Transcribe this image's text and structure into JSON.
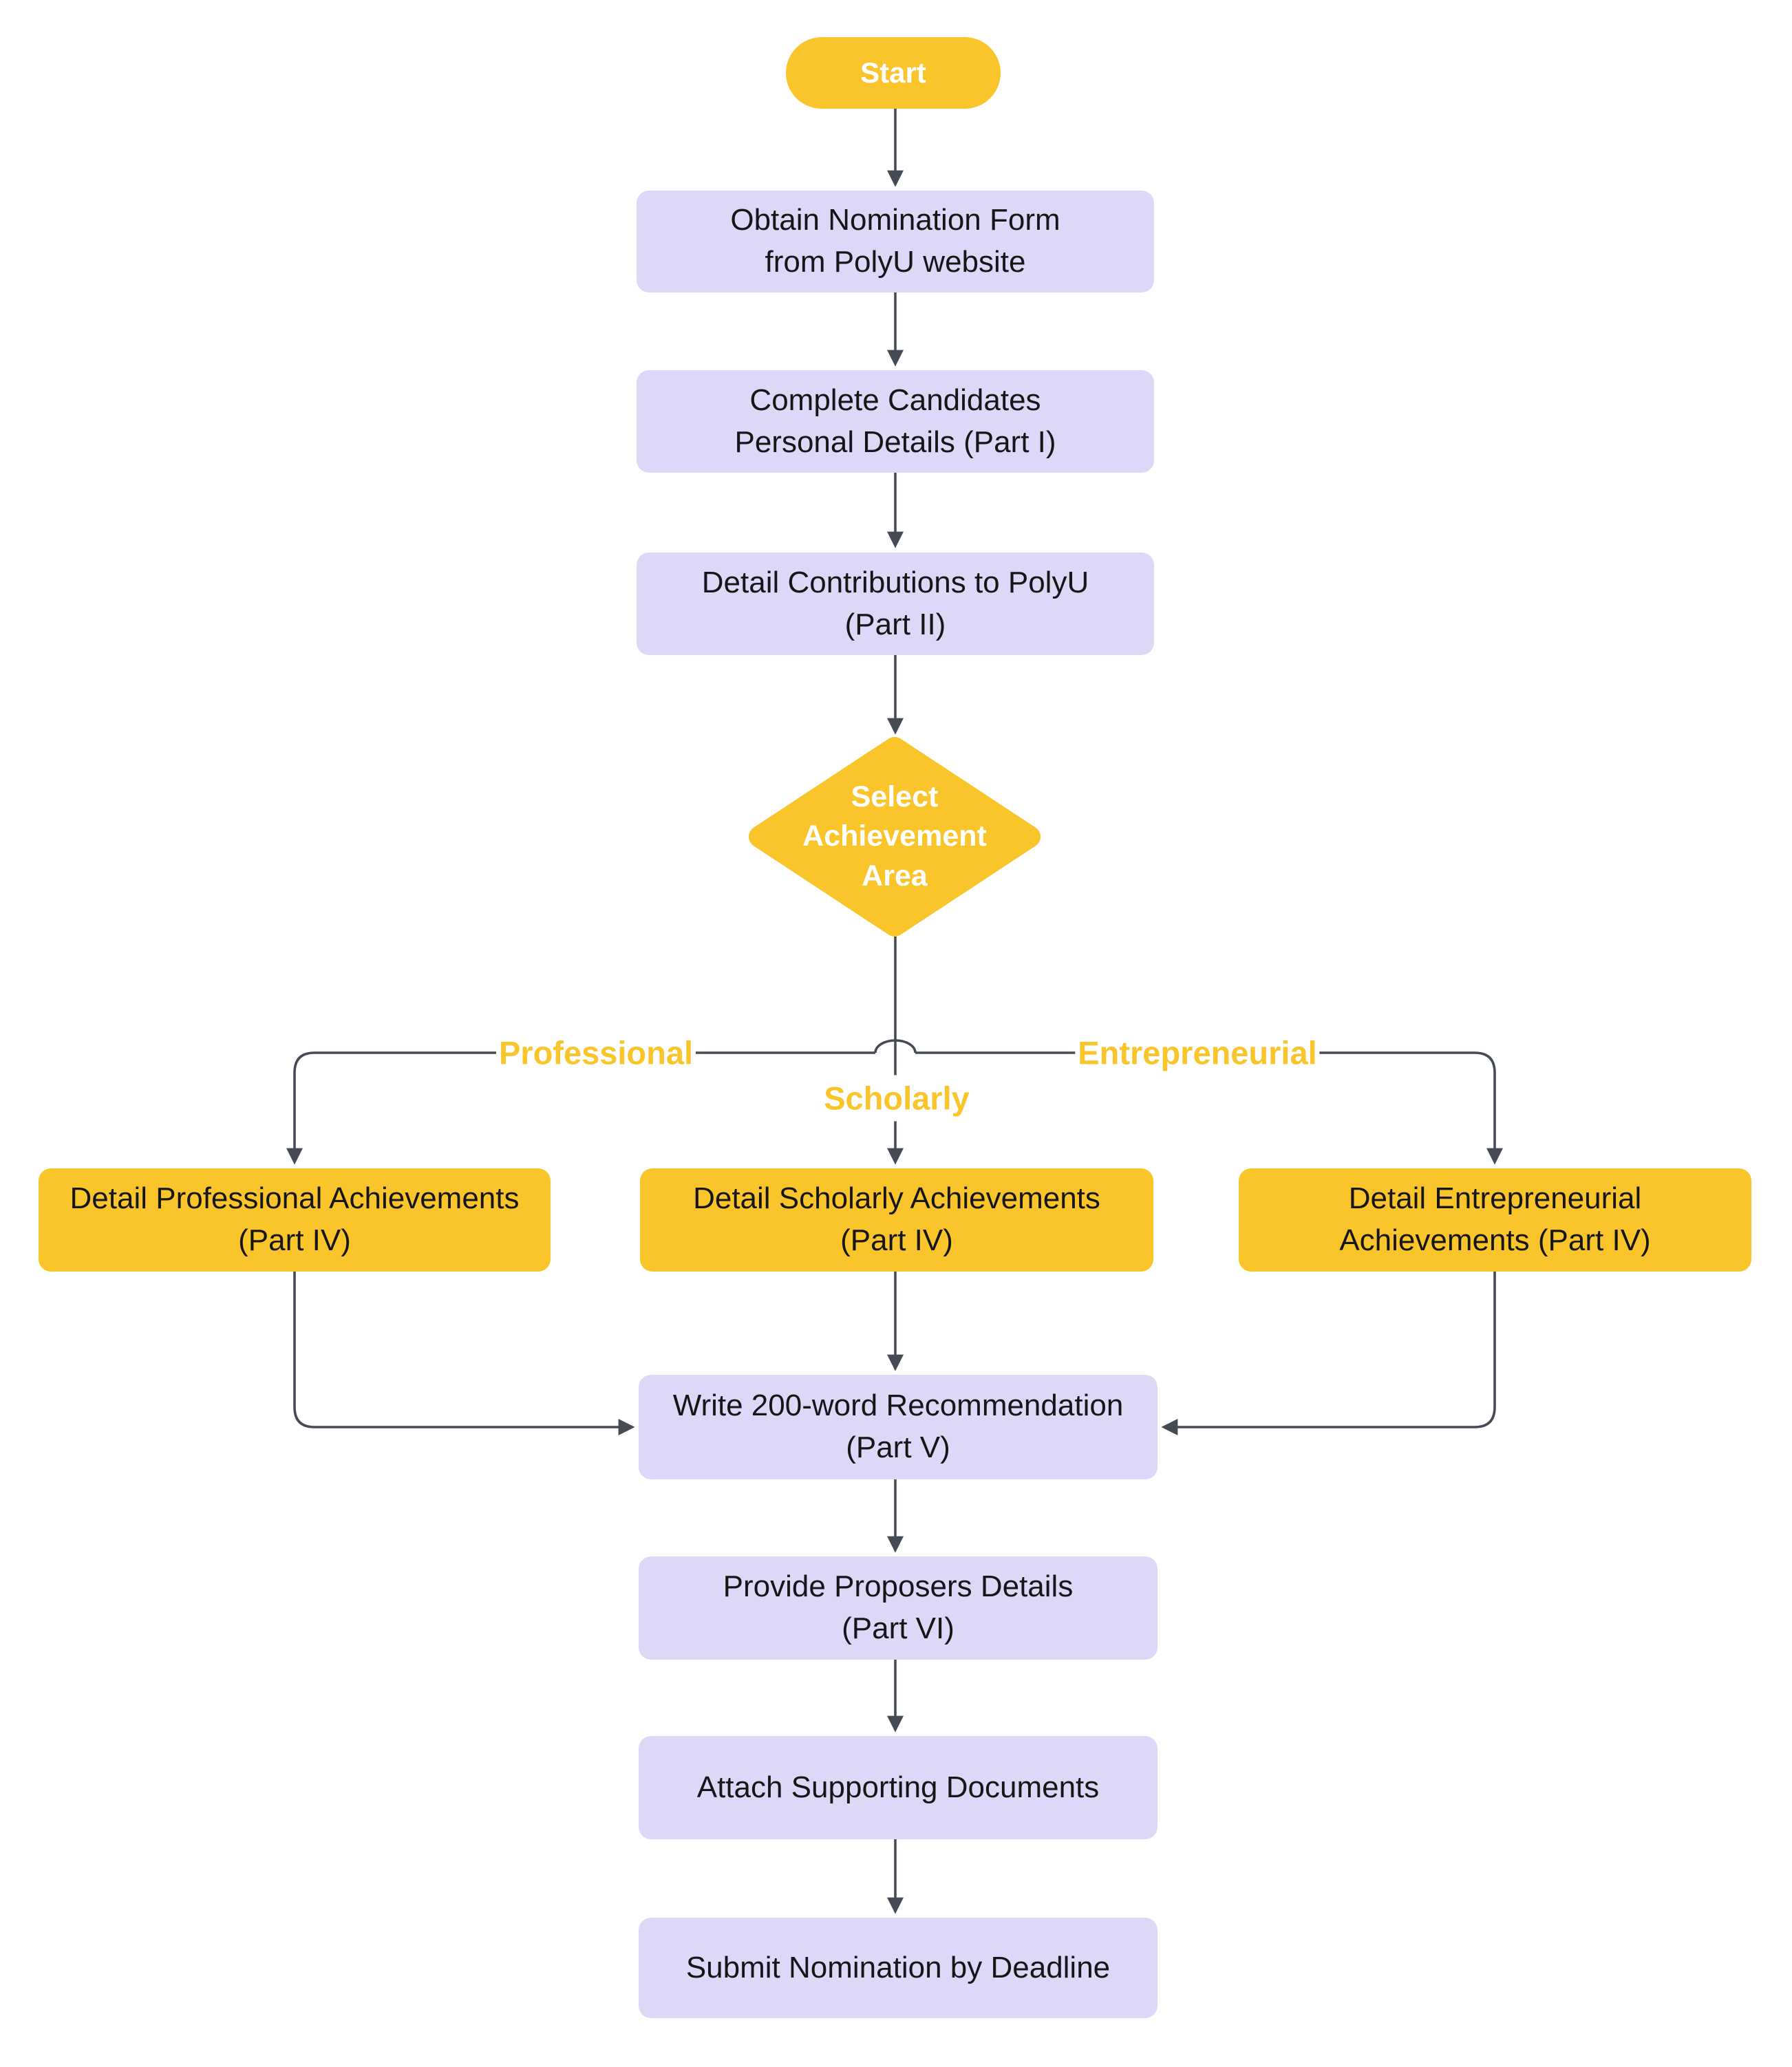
{
  "diagram": {
    "type": "flowchart",
    "background": "#FFFFFF"
  },
  "colors": {
    "accent_yellow": "#FAC52B",
    "step_lavender": "#DCD9F8",
    "connector_gray": "#454B54",
    "text_dark": "#161618",
    "text_white": "#FFFFFF"
  },
  "nodes": {
    "start": {
      "shape": "terminator",
      "label": "Start"
    },
    "obtain": {
      "shape": "process",
      "label": "Obtain Nomination Form\nfrom PolyU website"
    },
    "complete": {
      "shape": "process",
      "label": "Complete Candidates\nPersonal Details (Part I)"
    },
    "contributions": {
      "shape": "process",
      "label": "Detail Contributions to PolyU\n(Part II)"
    },
    "decision": {
      "shape": "decision",
      "label": "Select\nAchievement\nArea"
    },
    "professional": {
      "shape": "process",
      "label": "Detail Professional Achievements\n(Part IV)"
    },
    "scholarly": {
      "shape": "process",
      "label": "Detail Scholarly Achievements\n(Part IV)"
    },
    "entrepreneurial": {
      "shape": "process",
      "label": "Detail Entrepreneurial\nAchievements (Part IV)"
    },
    "write": {
      "shape": "process",
      "label": "Write 200-word Recommendation\n(Part V)"
    },
    "proposers": {
      "shape": "process",
      "label": "Provide Proposers Details\n(Part VI)"
    },
    "attach": {
      "shape": "process",
      "label": "Attach Supporting Documents"
    },
    "submit": {
      "shape": "process",
      "label": "Submit Nomination by Deadline"
    }
  },
  "edge_labels": {
    "professional": "Professional",
    "scholarly": "Scholarly",
    "entrepreneurial": "Entrepreneurial"
  },
  "edges": [
    {
      "from": "start",
      "to": "obtain"
    },
    {
      "from": "obtain",
      "to": "complete"
    },
    {
      "from": "complete",
      "to": "contributions"
    },
    {
      "from": "contributions",
      "to": "decision"
    },
    {
      "from": "decision",
      "to": "professional",
      "label": "Professional"
    },
    {
      "from": "decision",
      "to": "scholarly",
      "label": "Scholarly"
    },
    {
      "from": "decision",
      "to": "entrepreneurial",
      "label": "Entrepreneurial"
    },
    {
      "from": "professional",
      "to": "write"
    },
    {
      "from": "scholarly",
      "to": "write"
    },
    {
      "from": "entrepreneurial",
      "to": "write"
    },
    {
      "from": "write",
      "to": "proposers"
    },
    {
      "from": "proposers",
      "to": "attach"
    },
    {
      "from": "attach",
      "to": "submit"
    }
  ]
}
